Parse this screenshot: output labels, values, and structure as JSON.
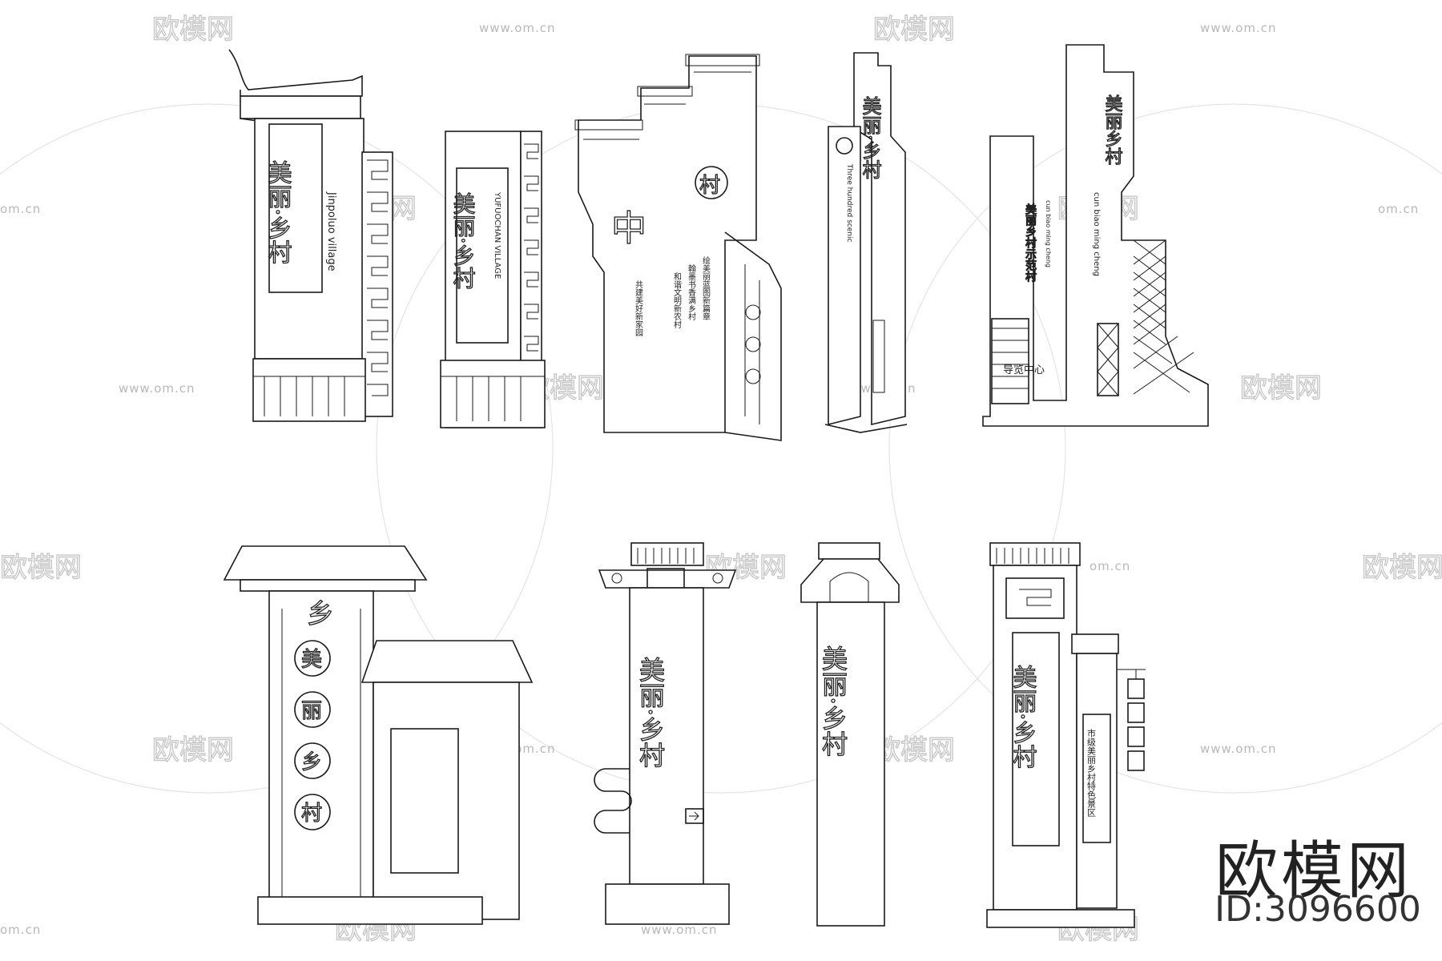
{
  "watermark": {
    "site": "www.om.cn",
    "site_short": "om.cn",
    "logo": "欧模网"
  },
  "brand": {
    "name": "欧模网",
    "id": "ID:3096600"
  },
  "signs": {
    "s1": {
      "title": "美丽·乡村",
      "subtitle": "Jinpoluo village"
    },
    "s2": {
      "title": "美丽·乡村",
      "subtitle": "YUFUOCHAN VILLAGE"
    },
    "s3": {
      "emblem": "村",
      "big": "中",
      "lines": [
        "绘美丽蓝图新篇章",
        "翰墨书香满乡村",
        "和谐文明新农村",
        "共建美好新家园"
      ]
    },
    "s4": {
      "title": "美丽·乡村",
      "subtitle": "Three hundred scenic"
    },
    "s5": {
      "title": "美丽乡村",
      "subtitle": "cun biao ming cheng",
      "side": "美丽乡村示范村",
      "side_sub": "cun biao ming cheng",
      "panel": "导览中心"
    },
    "s6": {
      "top": "乡",
      "chars": [
        "美",
        "丽",
        "乡",
        "村"
      ]
    },
    "s7": {
      "title": "美丽·乡村"
    },
    "s8": {
      "title": "美丽·乡村"
    },
    "s9": {
      "title": "美丽·乡村",
      "side": "市级美丽乡村特色景区"
    }
  }
}
